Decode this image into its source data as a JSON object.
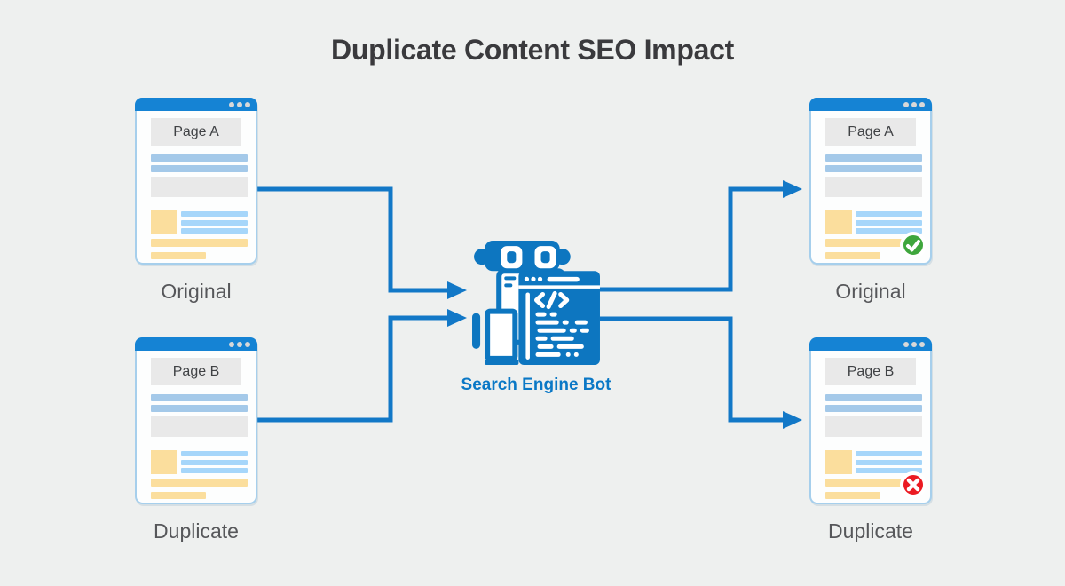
{
  "title": "Duplicate Content SEO Impact",
  "bot": {
    "label": "Search Engine Bot",
    "icon": "search-engine-bot-icon"
  },
  "pages": [
    {
      "id": "original-input",
      "page_title": "Page A",
      "label": "Original",
      "badge": "none"
    },
    {
      "id": "duplicate-input",
      "page_title": "Page B",
      "label": "Duplicate",
      "badge": "none"
    },
    {
      "id": "original-output",
      "page_title": "Page A",
      "label": "Original",
      "badge": "check"
    },
    {
      "id": "duplicate-output",
      "page_title": "Page B",
      "label": "Duplicate",
      "badge": "cross"
    }
  ],
  "badges": {
    "check": "check-icon",
    "cross": "cross-icon"
  },
  "colors": {
    "background": "#EEF0EF",
    "title_text": "#3A3A3D",
    "label_text": "#56575A",
    "titlebar_blue": "#1583D4",
    "card_border": "#A6CFEC",
    "bot_blue": "#0D76C0",
    "arrow_blue": "#1278C7",
    "bar_blue_soft": "#A4C9E9",
    "bar_blue_bright": "#A6D6FA",
    "bar_yellow": "#FBDE9D",
    "block_gray": "#E9E9E9",
    "check_green": "#3EA63C",
    "cross_red": "#EB1A22"
  }
}
